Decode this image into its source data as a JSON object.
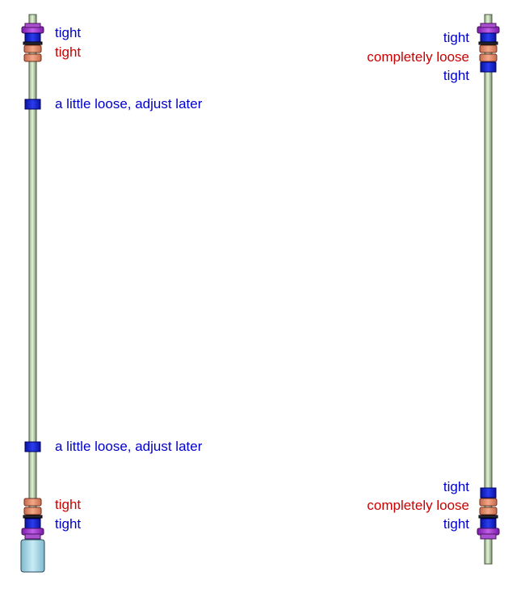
{
  "colors": {
    "tight": "#0000cc",
    "loose": "#cc0000",
    "rod_fill": "#c8e0b8",
    "rod_stroke": "#4a5a40",
    "purple_washer": "#9b30c8",
    "salmon_ring": "#e8886a",
    "blue_collar": "#1020d0",
    "cylinder": "#a8d8e8"
  },
  "left_rod": {
    "labels": [
      {
        "text": "tight",
        "tone": "tight"
      },
      {
        "text": "tight",
        "tone": "loose"
      },
      {
        "text": "a little loose, adjust later",
        "tone": "tight"
      },
      {
        "text": "a little loose, adjust later",
        "tone": "tight"
      },
      {
        "text": "tight",
        "tone": "loose"
      },
      {
        "text": "tight",
        "tone": "tight"
      }
    ]
  },
  "right_rod": {
    "labels": [
      {
        "text": "tight",
        "tone": "tight"
      },
      {
        "text": "completely loose",
        "tone": "loose"
      },
      {
        "text": "tight",
        "tone": "tight"
      },
      {
        "text": "tight",
        "tone": "tight"
      },
      {
        "text": "completely loose",
        "tone": "loose"
      },
      {
        "text": "tight",
        "tone": "tight"
      }
    ]
  }
}
